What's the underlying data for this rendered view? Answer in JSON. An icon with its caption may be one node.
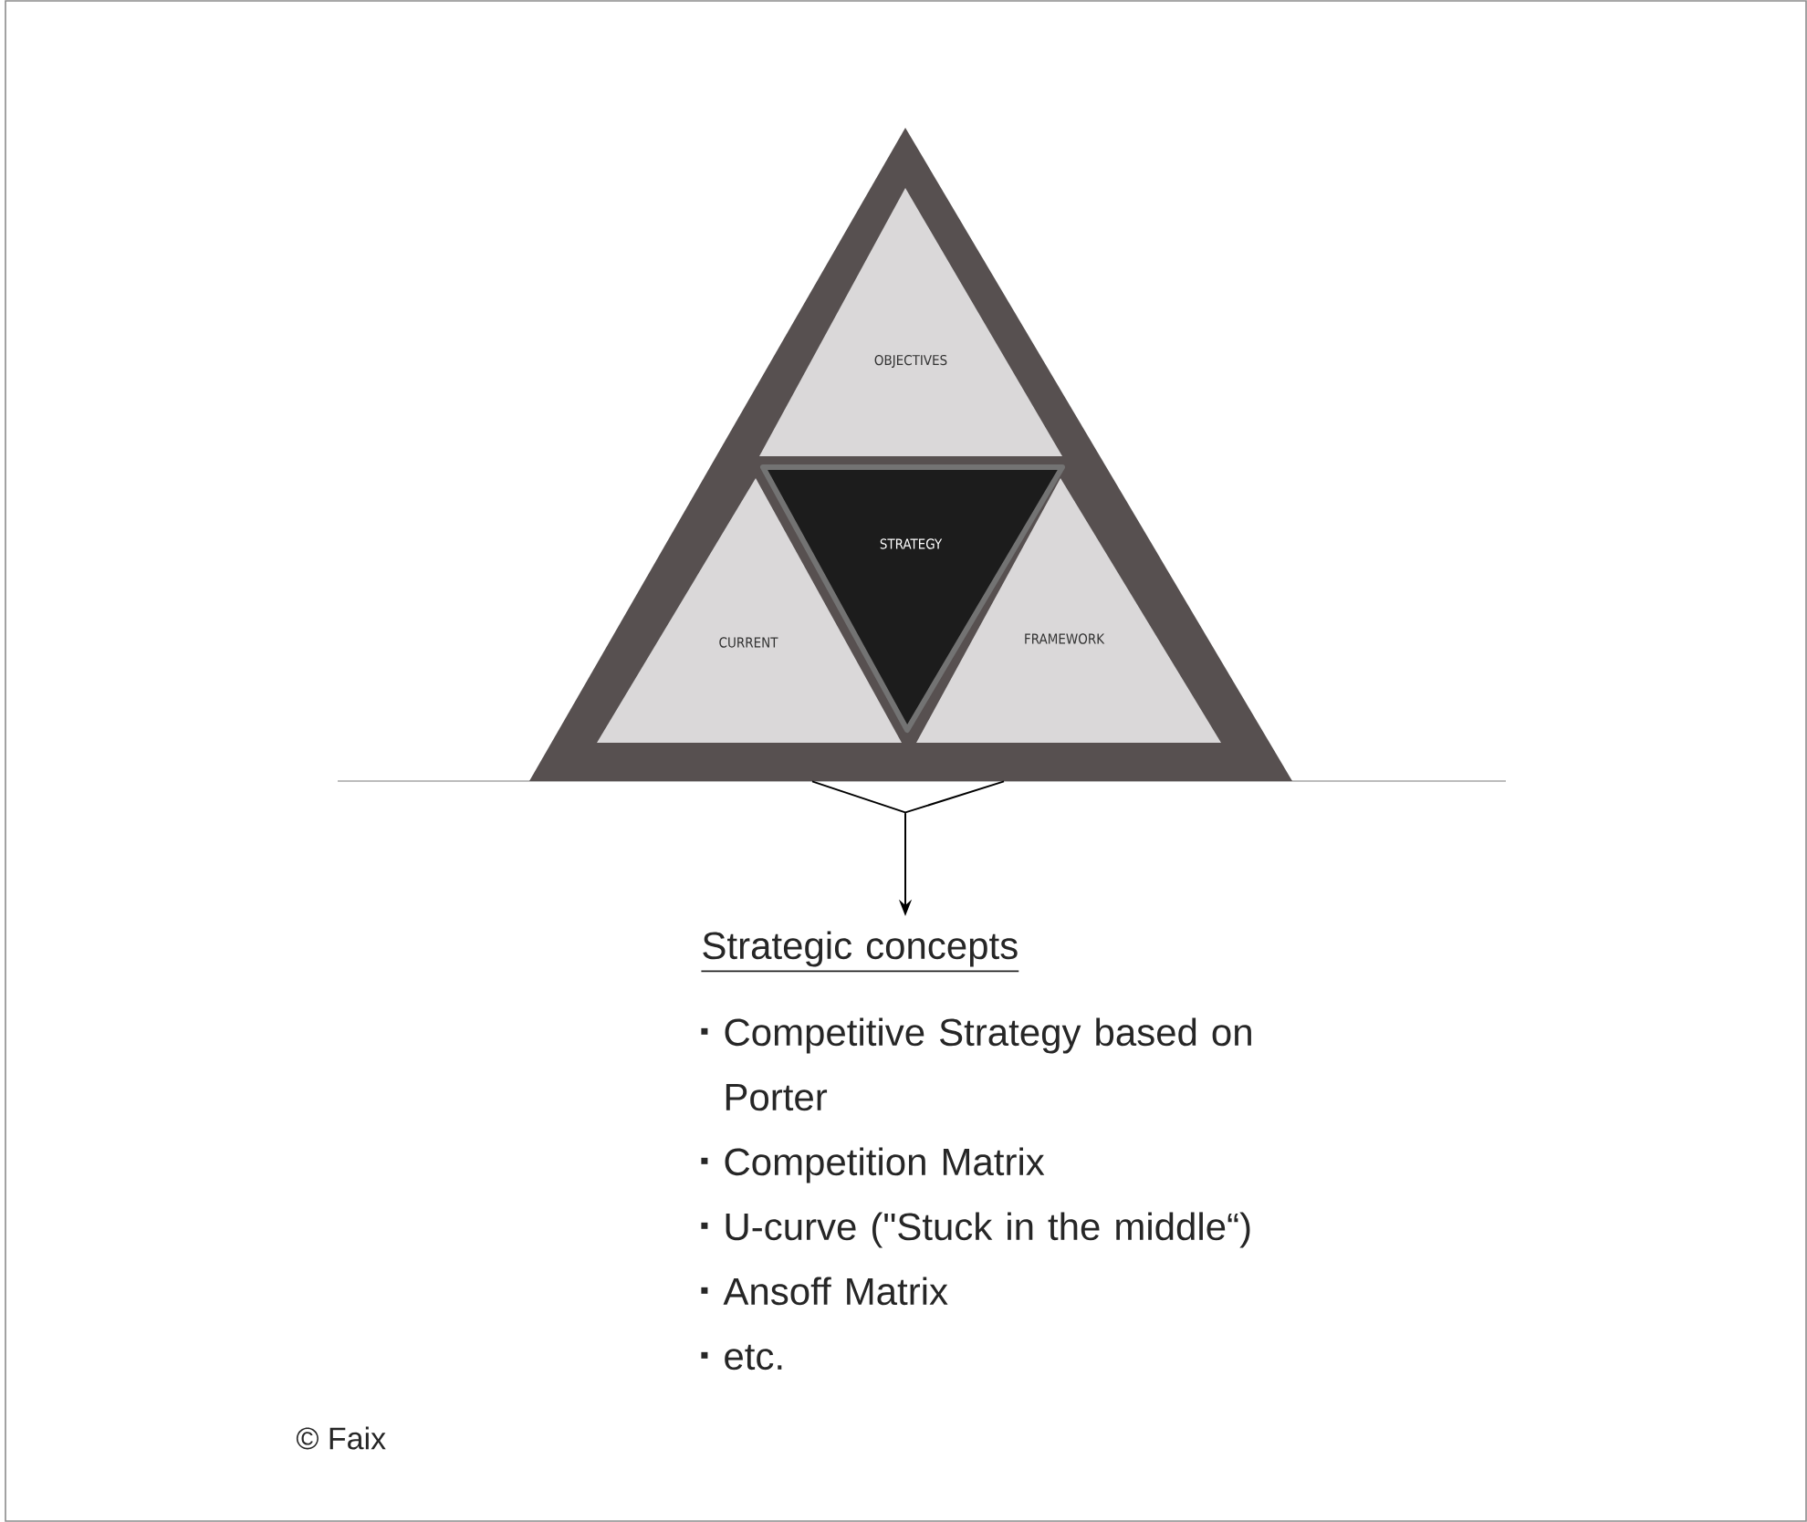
{
  "diagram": {
    "nodes": [
      {
        "text": [],
        "shape": "triangle"
      },
      {
        "text": [
          "OBJECTIVES"
        ],
        "in": 0
      },
      {
        "text": [
          "STRATEGY"
        ],
        "in": 0
      },
      {
        "text": [
          "CURRENT"
        ],
        "in": 0
      },
      {
        "text": [
          "FRAMEWORK"
        ],
        "in": 0
      },
      {
        "text": [
          "Strategic concepts",
          "Competitive Strategy based on Porter",
          "Competition Matrix",
          "U-curve (\"Stuck in the middle“)",
          "Ansoff Matrix",
          "etc."
        ]
      }
    ],
    "edges": [
      {
        "from": 0,
        "to": 5,
        "arrow": "to"
      }
    ],
    "labels": [
      "© Faix"
    ]
  }
}
